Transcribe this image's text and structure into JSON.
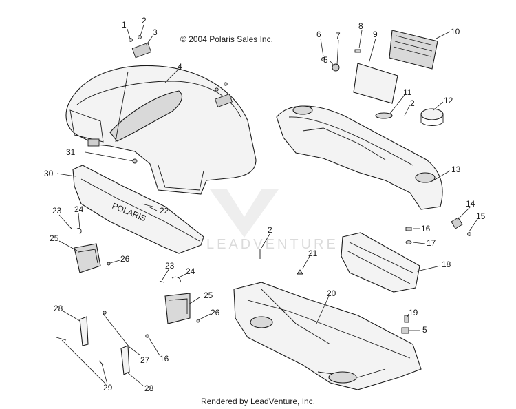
{
  "diagram": {
    "copyright": "© 2004 Polaris Sales Inc.",
    "footer": "Rendered by LeadVenture, Inc.",
    "watermark": "LEADVENTURE",
    "hood_brand": "POLARIS",
    "callouts": [
      "1",
      "2",
      "3",
      "4",
      "5",
      "6",
      "7",
      "8",
      "9",
      "10",
      "11",
      "2",
      "12",
      "13",
      "31",
      "30",
      "22",
      "23",
      "24",
      "25",
      "26",
      "14",
      "15",
      "16",
      "17",
      "2",
      "21",
      "18",
      "20",
      "23",
      "24",
      "25",
      "26",
      "19",
      "5",
      "28",
      "27",
      "16",
      "28",
      "29"
    ]
  }
}
